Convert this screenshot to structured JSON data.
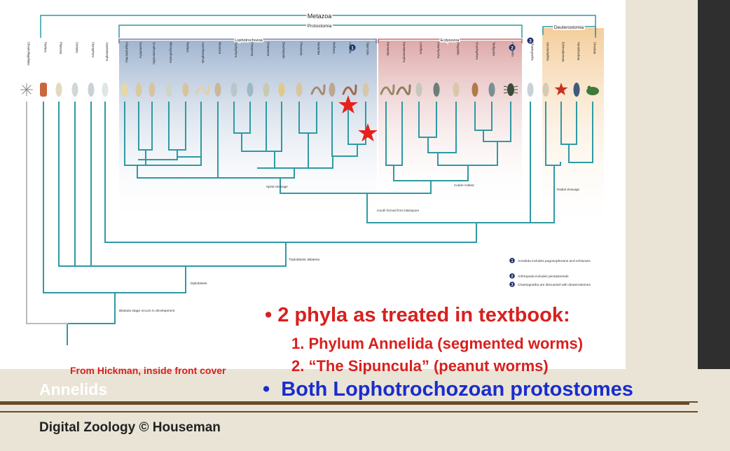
{
  "tree": {
    "clades": {
      "metazoa": "Metazoa",
      "protostomia": "Protostomia",
      "lophotrochozoa": "Lophotrochozoa",
      "ecdysozoa": "Ecdysozoa",
      "deuterostomia": "Deuterostomia"
    },
    "taxa": [
      "Choanoflagellates",
      "Porifera",
      "Placozoa",
      "Cnidaria",
      "Ctenophora",
      "Acoelomorpha",
      "Platyhelminthes",
      "Gastrotricha",
      "Gnathostomulida",
      "Micrognathozoa",
      "Rotifera",
      "Acanthocephala",
      "Mesozoa",
      "Cycliophora",
      "Entoprocta",
      "Ectoprocta",
      "Brachiopoda",
      "Phoronida",
      "Nemertea",
      "Mollusca",
      "Annelida",
      "Sipuncula",
      "Nematoda",
      "Nematomorpha",
      "Loricifera",
      "Kinorhyncha",
      "Priapulida",
      "Onychophora",
      "Tardigrada",
      "Arthropoda",
      "Chaetognatha",
      "Xenoturbellida",
      "Echinodermata",
      "Hemichordata",
      "Chordata"
    ],
    "node_labels": {
      "spiral": "Spiral cleavage",
      "cuticle": "Cuticle molted",
      "radial": "Radial cleavage",
      "mouth": "mouth formed from blastopore",
      "triplo": "Triploblastic Bilateria",
      "diplo": "Diploblasts",
      "blastula": "Blastula stage occurs in development"
    },
    "notes": [
      {
        "num": "1",
        "text": "Annelida includes pogonophorans and echiurans"
      },
      {
        "num": "2",
        "text": "Arthropoda includes pentastomids"
      },
      {
        "num": "3",
        "text": "Chaetognatha are discussed with deuterostomes"
      }
    ],
    "markers": {
      "annelida": "1",
      "arthropoda": "2",
      "chaetognatha": "3"
    }
  },
  "slide": {
    "bullet1": "2 phyla as treated in textbook:",
    "sub1_num": "1.",
    "sub1": "Phylum Annelida (segmented worms)",
    "sub2_num": "2.",
    "sub2": "“The Sipuncula” (peanut worms)",
    "bullet2": "Both Lophotrochozoan protostomes",
    "credit": "From Hickman, inside front cover",
    "section_title": "Annelids",
    "footer": "Digital Zoology © Houseman"
  },
  "colors": {
    "tree_line": "#2f9aa3",
    "root_line": "#bbbbbb",
    "red_text": "#d8201e",
    "blue_text": "#1a2ccc",
    "star": "#e8201b",
    "rule": "#6a4a2a",
    "band": "#e9e4d6"
  }
}
